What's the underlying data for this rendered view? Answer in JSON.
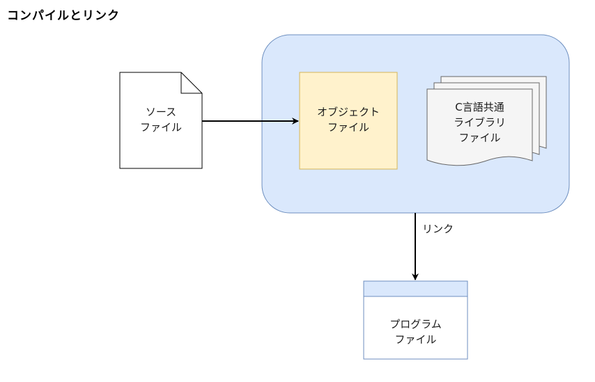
{
  "title": "コンパイルとリンク",
  "source_file": {
    "line1": "ソース",
    "line2": "ファイル"
  },
  "object_file": {
    "line1": "オブジェクト",
    "line2": "ファイル"
  },
  "library_file": {
    "line1": "C言語共通",
    "line2": "ライブラリ",
    "line3": "ファイル"
  },
  "link_label": "リンク",
  "program_file": {
    "line1": "プログラム",
    "line2": "ファイル"
  },
  "colors": {
    "group_fill": "#dae8fc",
    "group_stroke": "#6c8ebf",
    "object_fill": "#fff2cc",
    "object_stroke": "#d6b656",
    "library_fill": "#f5f5f5",
    "library_stroke": "#666666"
  }
}
